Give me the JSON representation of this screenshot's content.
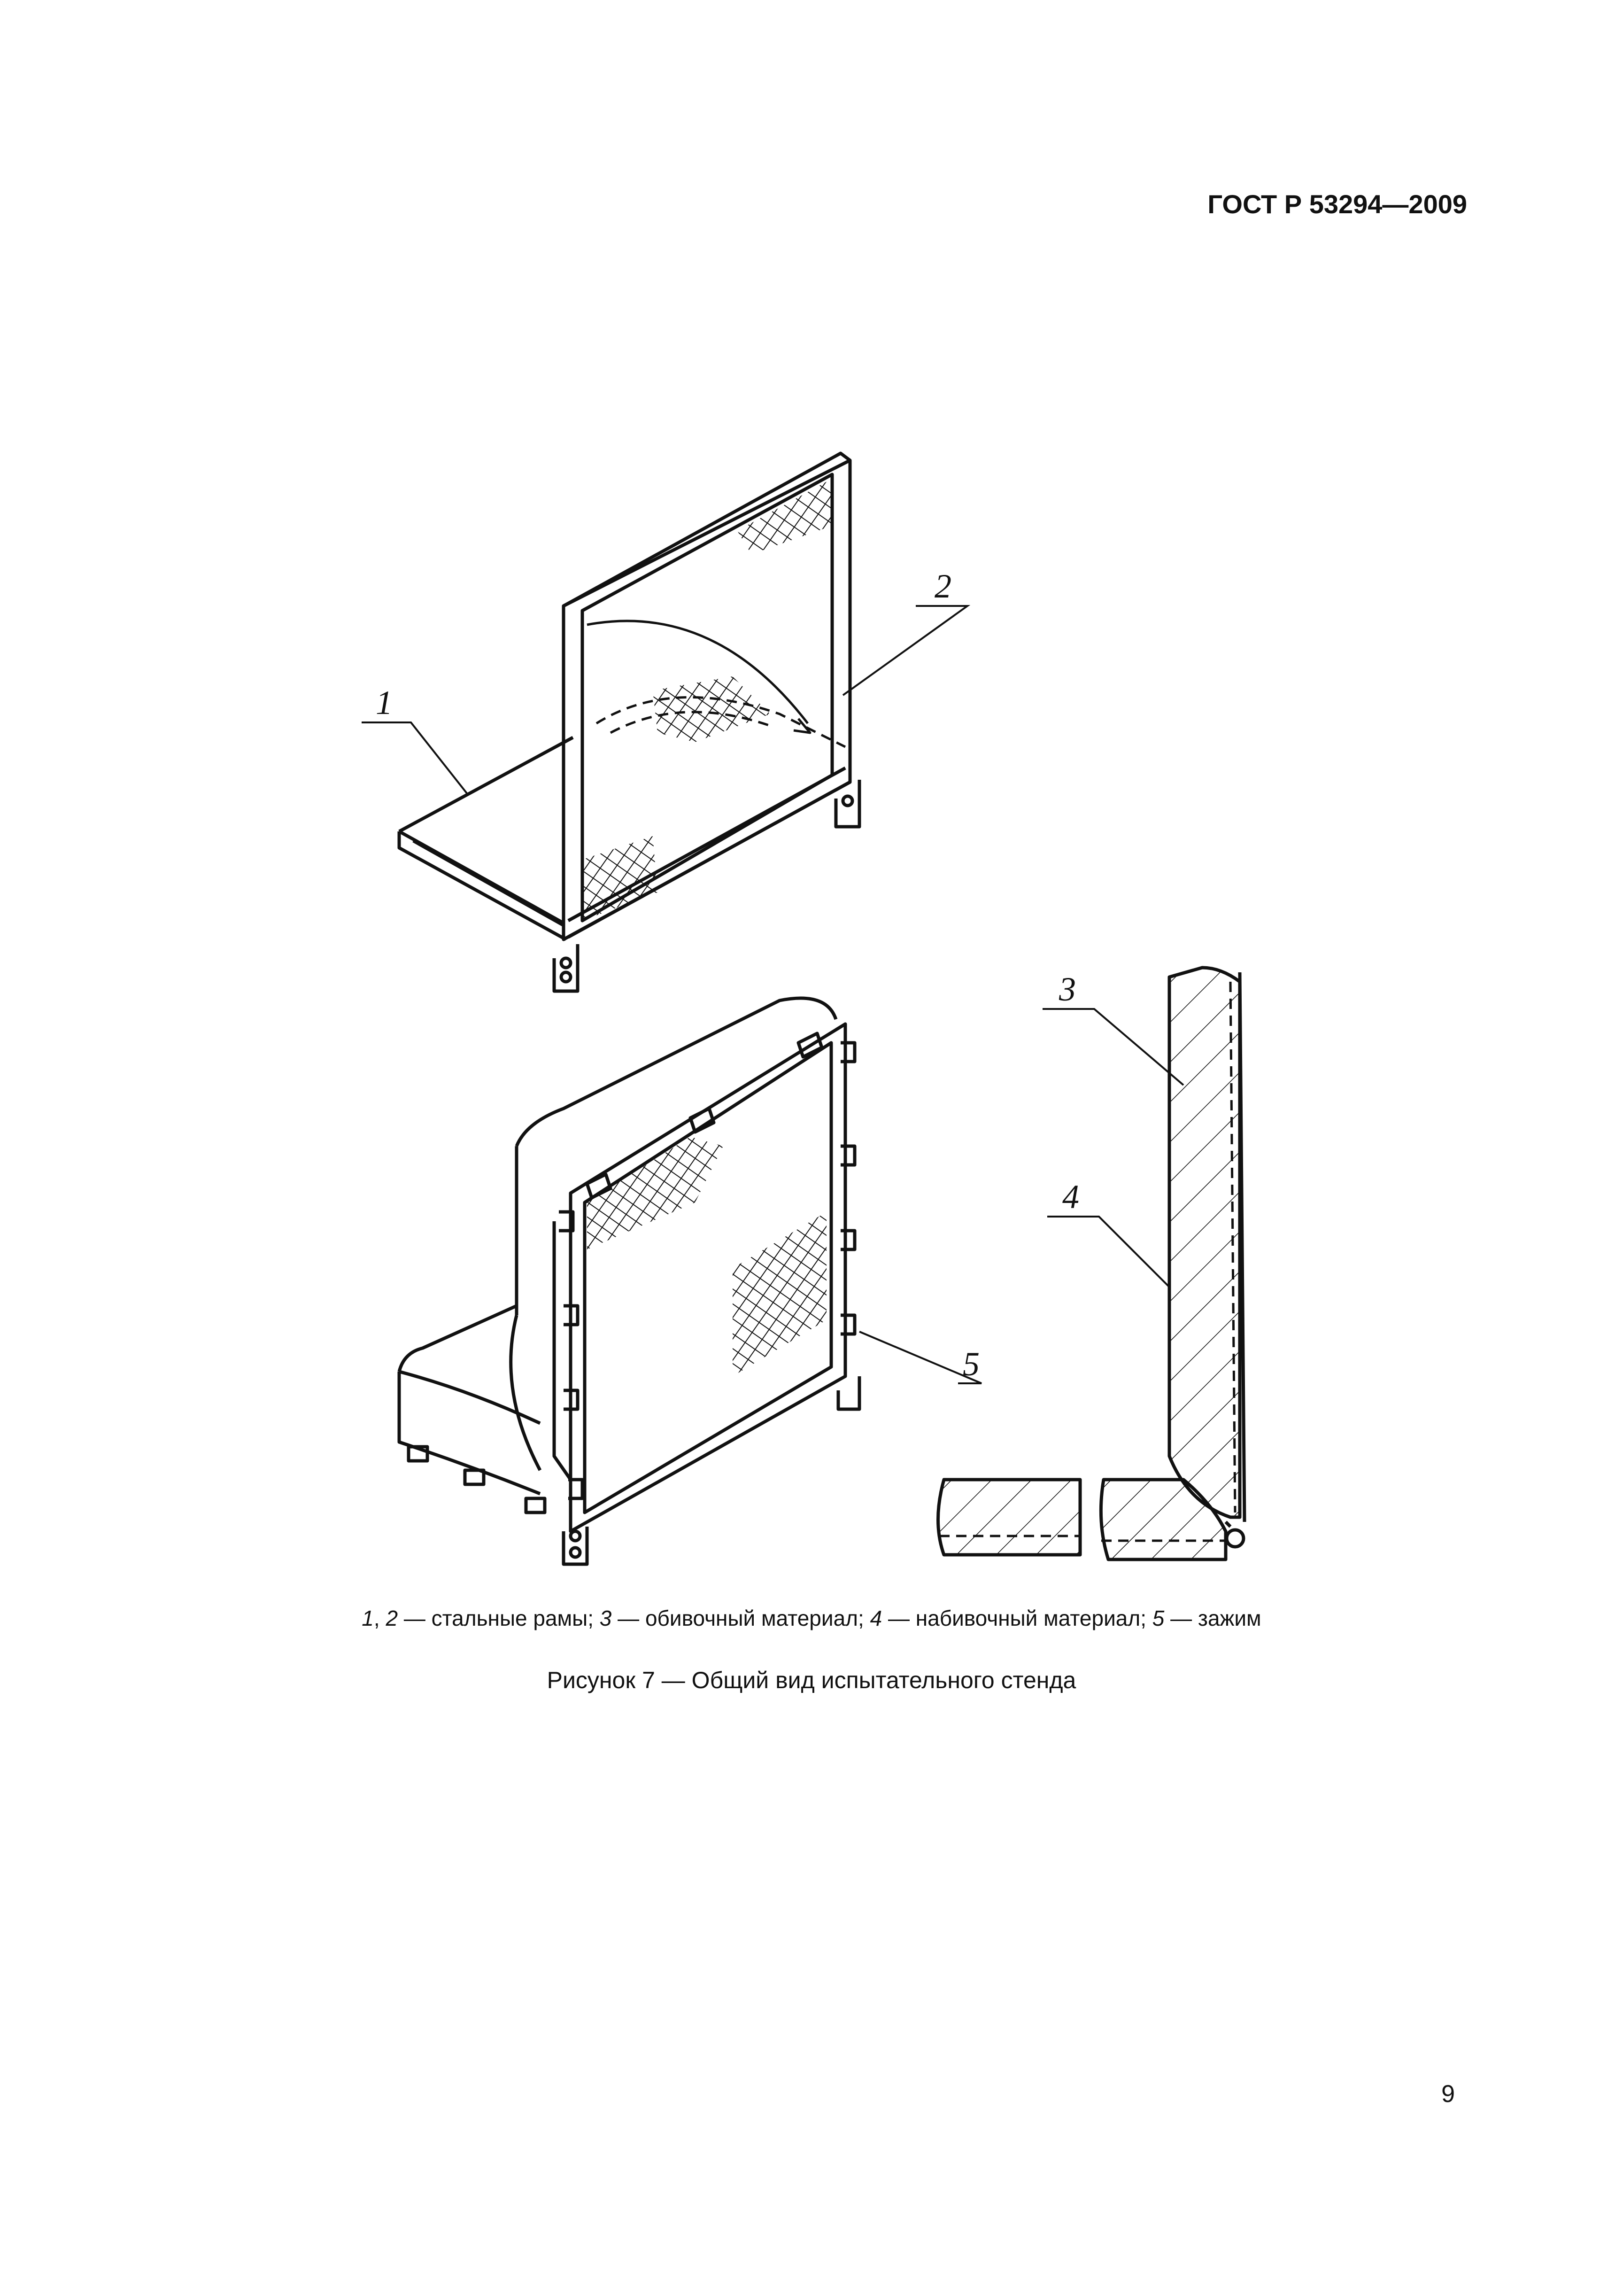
{
  "header": {
    "standard_code": "ГОСТ Р 53294—2009"
  },
  "figure": {
    "callouts": {
      "c1": "1",
      "c2": "2",
      "c3": "3",
      "c4": "4",
      "c5": "5"
    },
    "legend": {
      "n1": "1",
      "sep1": ", ",
      "n2": "2",
      "t2": " — стальные рамы; ",
      "n3": "3",
      "t3": " — обивочный материал; ",
      "n4": "4",
      "t4": " — набивочный материал; ",
      "n5": "5",
      "t5": " — зажим"
    },
    "caption": "Рисунок 7 — Общий вид испытательного стенда"
  },
  "footer": {
    "page_number": "9"
  }
}
